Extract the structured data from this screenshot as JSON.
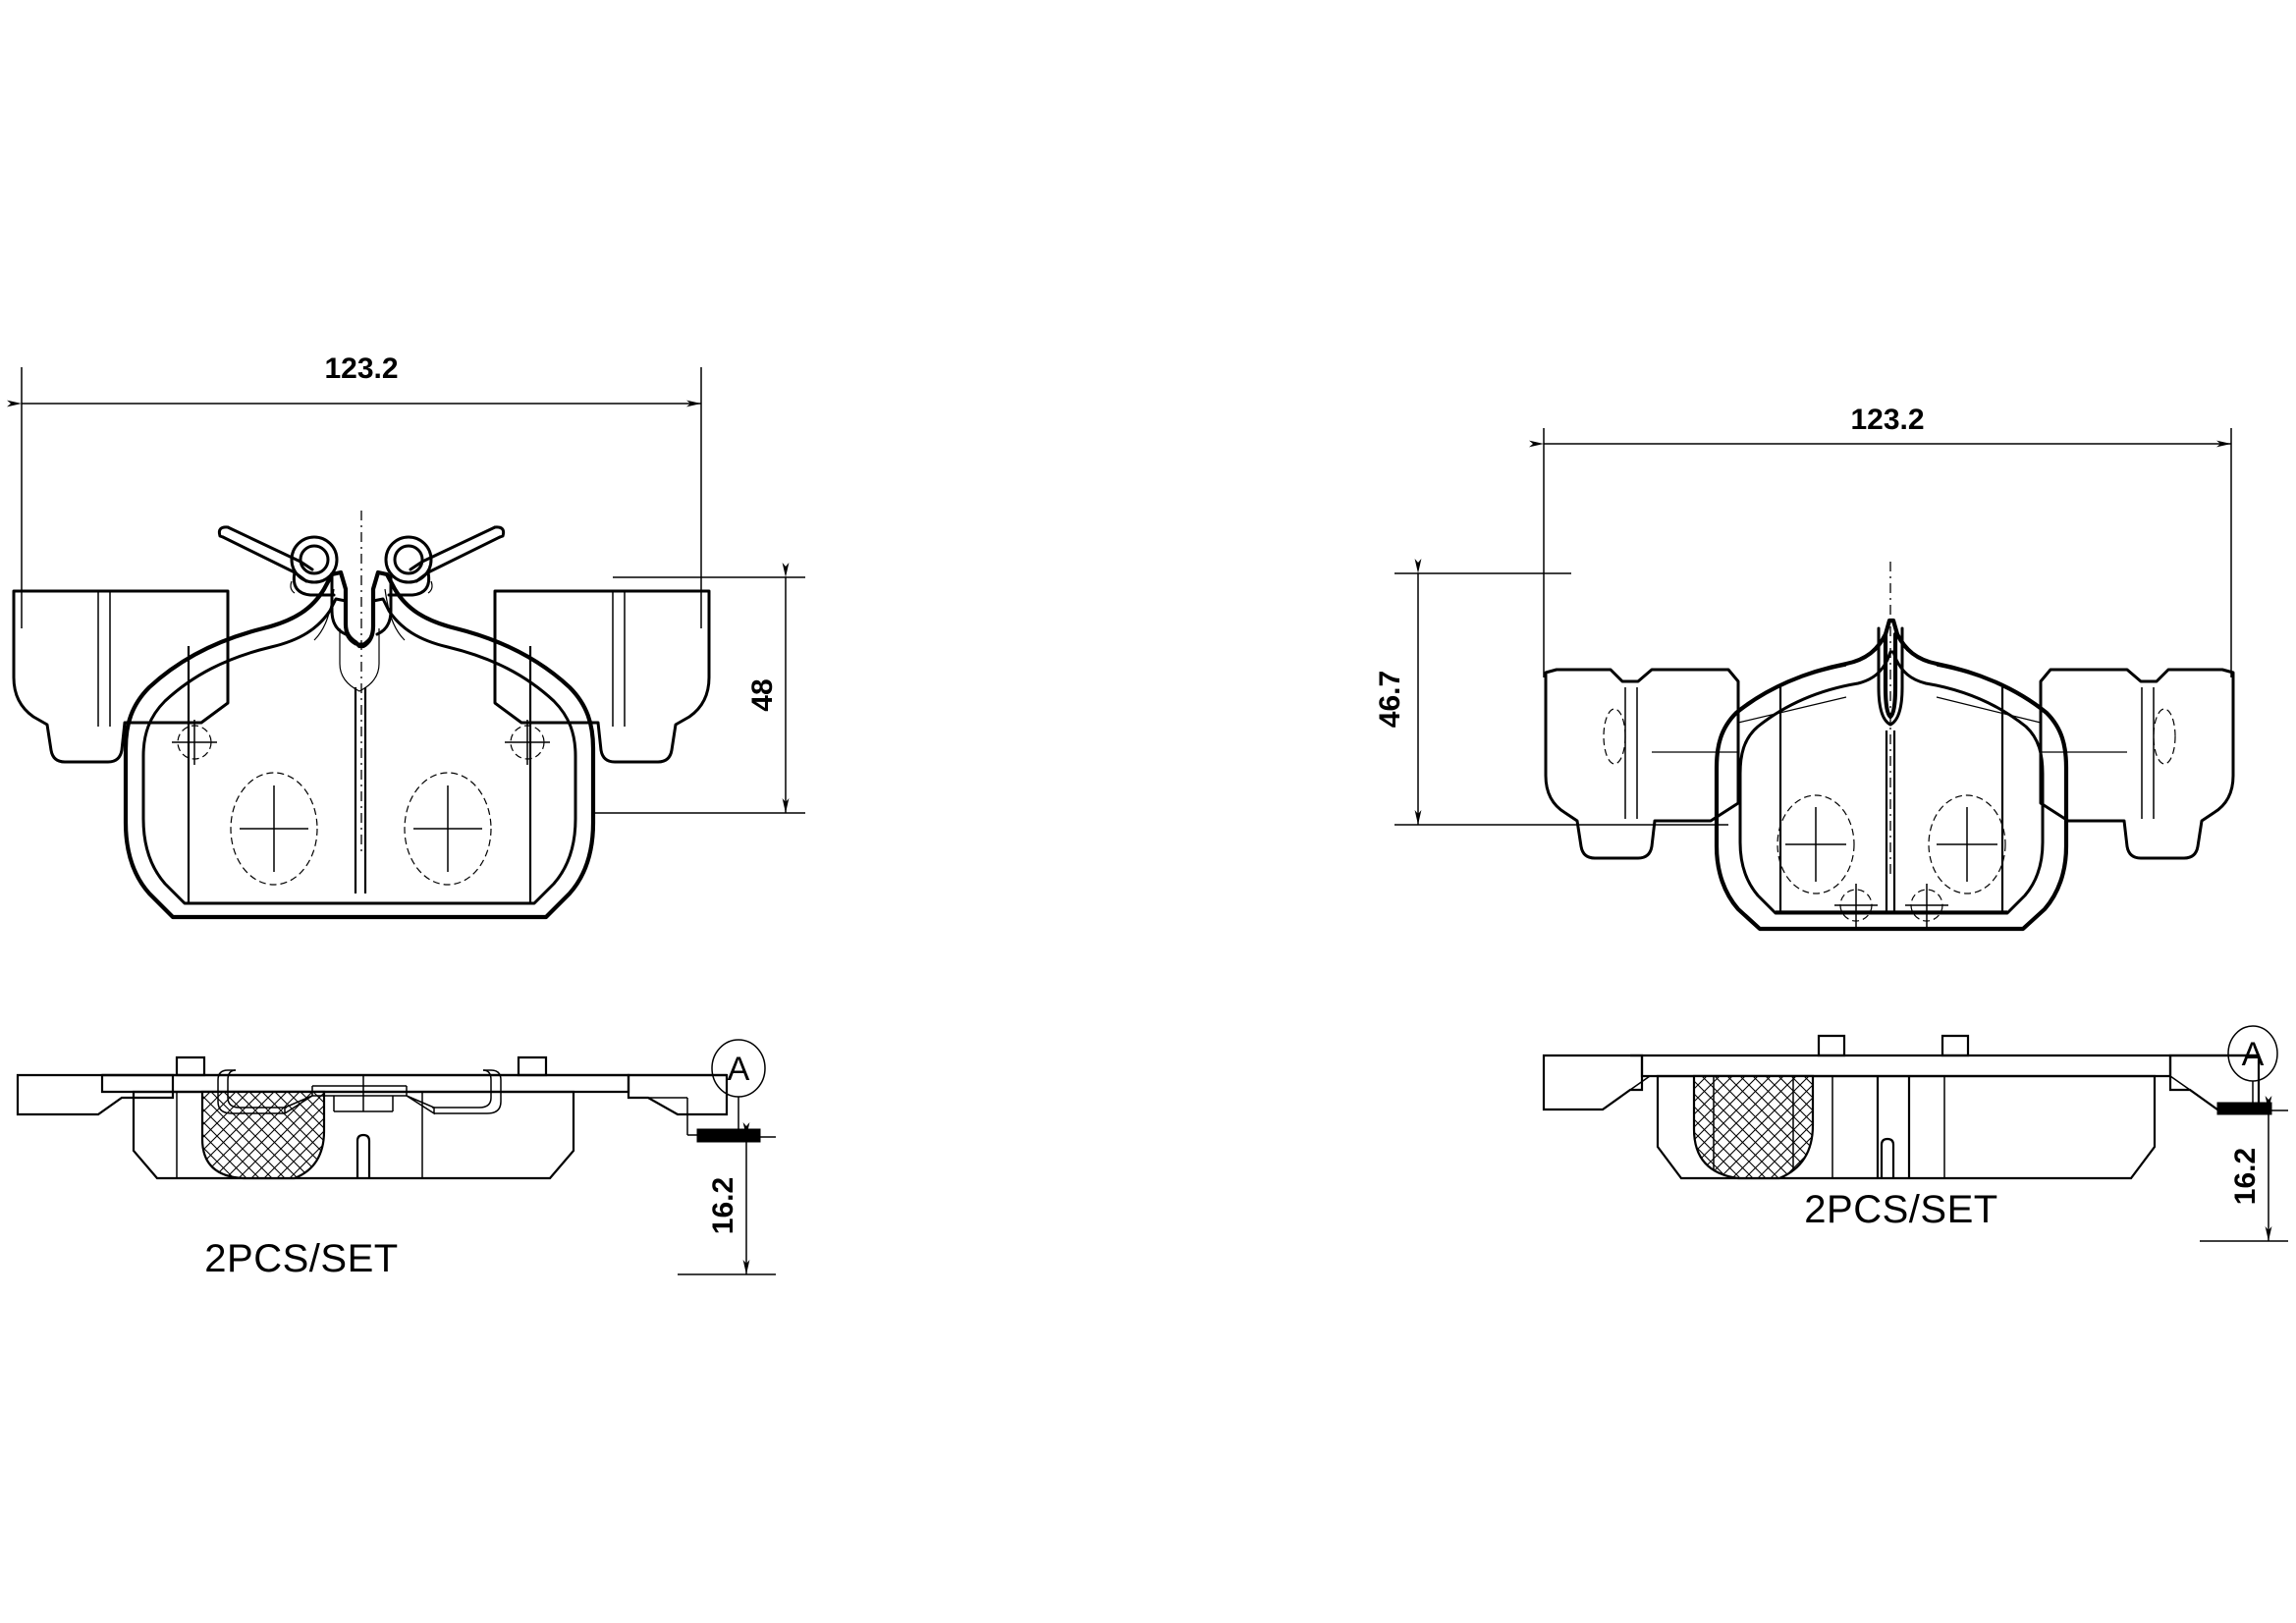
{
  "sheet": {
    "title": "Brake pad set technical drawing",
    "background_color": "#ffffff",
    "line_color": "#000000"
  },
  "views": {
    "left": {
      "name": "left-pad-assembly",
      "plan": {
        "name": "left-pad-plan-view",
        "dimensions": {
          "width": {
            "label": "123.2",
            "orientation": "horizontal"
          },
          "height": {
            "label": "48",
            "orientation": "vertical"
          }
        }
      },
      "section": {
        "name": "left-pad-side-section",
        "dimensions": {
          "thickness": {
            "label": "16.2",
            "orientation": "vertical"
          }
        },
        "detail_balloon": {
          "label": "A"
        }
      },
      "caption": "2PCS/SET"
    },
    "right": {
      "name": "right-pad-assembly",
      "plan": {
        "name": "right-pad-plan-view",
        "dimensions": {
          "width": {
            "label": "123.2",
            "orientation": "horizontal"
          },
          "height": {
            "label": "46.7",
            "orientation": "vertical"
          }
        }
      },
      "section": {
        "name": "right-pad-side-section",
        "dimensions": {
          "thickness": {
            "label": "16.2",
            "orientation": "vertical"
          }
        },
        "detail_balloon": {
          "label": "A"
        }
      },
      "caption": "2PCS/SET"
    }
  }
}
